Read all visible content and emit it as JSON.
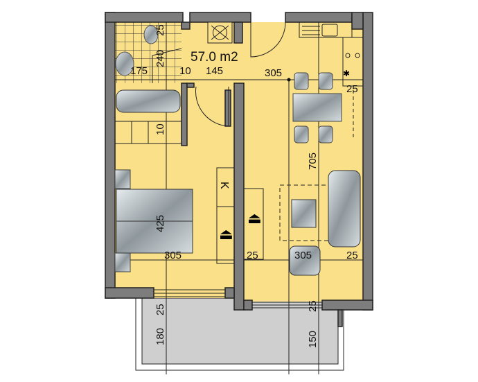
{
  "plan": {
    "area_label": "57.0 m2",
    "kitchen_cabinet_letter": "K",
    "dimensions": {
      "bath_width": "175",
      "bath_length": "240",
      "wc_gap": "25",
      "wall_gap": "10",
      "hall_width": "145",
      "living_width_top": "305",
      "kitchen_gap": "25",
      "storage_depth": "10",
      "living_length": "705",
      "bedroom_length": "425",
      "bedroom_width": "305",
      "living_gap_left": "25",
      "living_width_bottom": "305",
      "living_gap_right": "25",
      "bedroom_balcony_gap": "25",
      "balcony_depth_left": "180",
      "living_balcony_gap": "25",
      "balcony_depth_right": "150"
    }
  },
  "colors": {
    "floor": "#fbe08a",
    "wall": "#7d7d7d",
    "balcony": "#cfcfcf",
    "line": "#222222"
  }
}
